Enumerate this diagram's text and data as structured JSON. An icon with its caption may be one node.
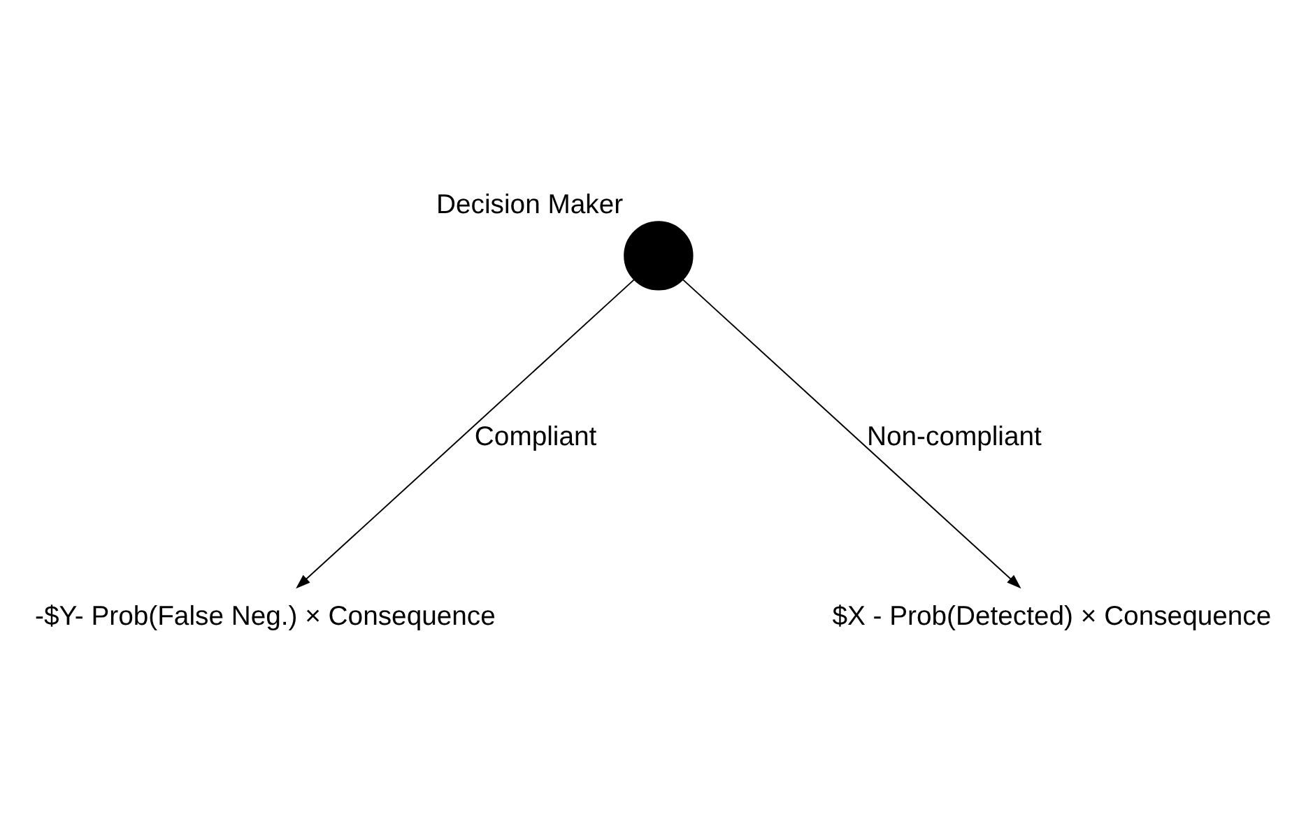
{
  "diagram": {
    "nodes": [
      {
        "text": [
          "Decision Maker"
        ]
      },
      {
        "text": [
          "-$Y- Prob(False Neg.) × Consequence"
        ]
      },
      {
        "text": [
          "$X - Prob(Detected) × Consequence"
        ]
      }
    ],
    "edges": [
      {
        "from": 0,
        "to": 1,
        "arrow": "to",
        "label": "Compliant"
      },
      {
        "from": 0,
        "to": 2,
        "arrow": "to",
        "label": "Non-compliant"
      }
    ]
  }
}
